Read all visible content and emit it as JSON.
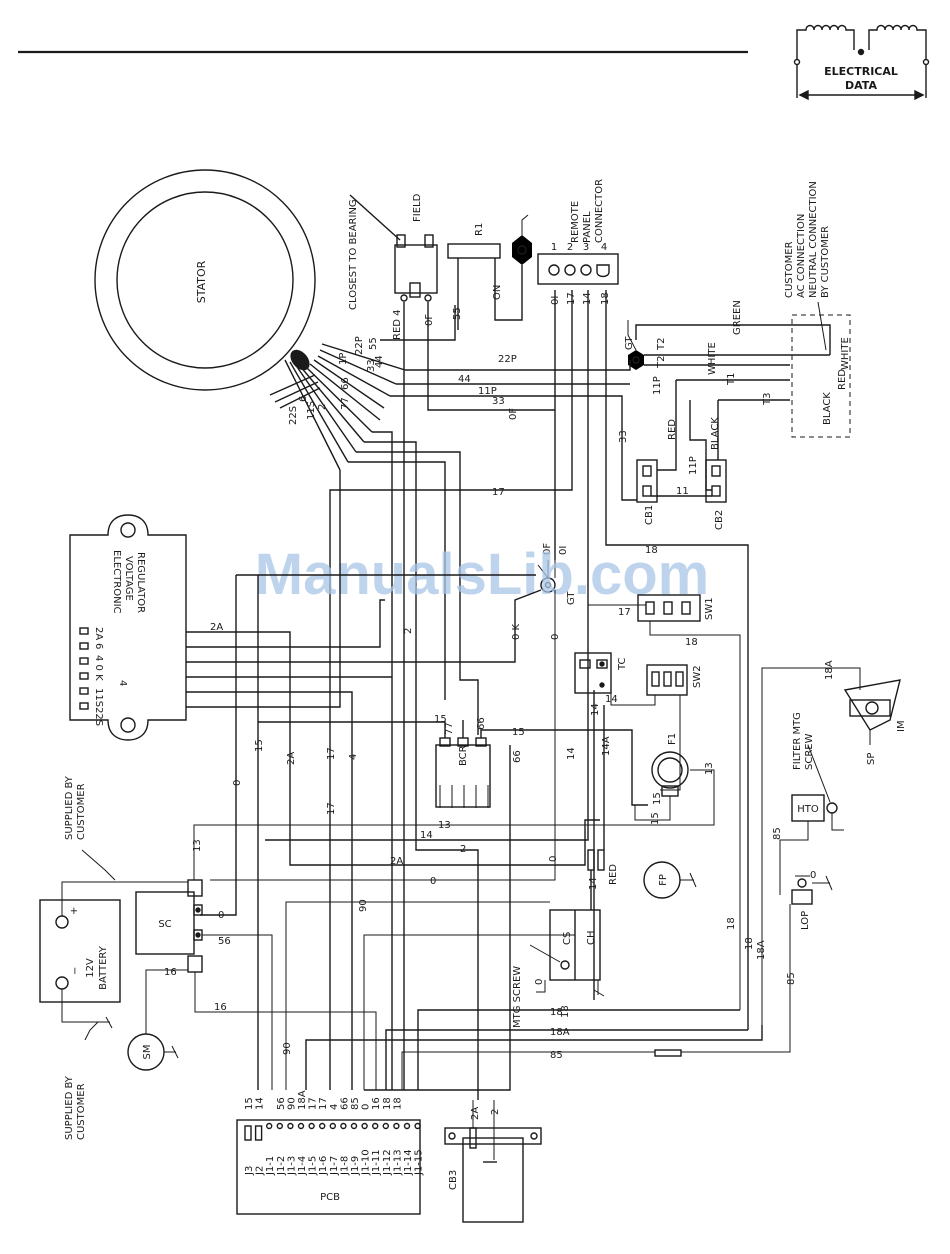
{
  "header": {
    "logo_text_1": "ELECTRICAL",
    "logo_text_2": "DATA"
  },
  "watermark": "ManualsLib.com",
  "components": {
    "stator": "STATOR",
    "closest_to_bearing": "CLOSEST TO BEARING",
    "field": "FIELD",
    "r1": "R1",
    "on": "ON",
    "remote_panel": [
      "REMOTE",
      "PANEL",
      "CONNECTOR"
    ],
    "customer": [
      "CUSTOMER",
      "AC CONNECTION",
      "NEUTRAL CONNECTION",
      "BY CUSTOMER"
    ],
    "gt": "GT",
    "evr": [
      "ELECTRONIC",
      "VOLTAGE",
      "REGULATOR"
    ],
    "bcr": "BCR",
    "tc": "TC",
    "sw1": "SW1",
    "sw2": "SW2",
    "f1": "F1",
    "fp": "FP",
    "cs": "CS",
    "ch": "CH",
    "mtg_screw": "MTG SCREW",
    "sc": "SC",
    "battery": [
      "12V",
      "BATTERY"
    ],
    "sm": "SM",
    "supplied_top": [
      "SUPPLIED BY",
      "CUSTOMER"
    ],
    "supplied_bottom": [
      "SUPPLIED BY",
      "CUSTOMER"
    ],
    "cb1": "CB1",
    "cb2": "CB2",
    "cb3": "CB3",
    "pcb": "PCB",
    "im": "IM",
    "sp": "SP",
    "hto": "HTO",
    "lop": "LOP",
    "filter_mtg": [
      "FILTER MTG",
      "SCREW"
    ]
  },
  "wire_labels": {
    "red": "RED",
    "red4": "RED 4",
    "black": "BLACK",
    "white": "WHITE",
    "green": "GREEN",
    "t1": "T1",
    "t2": "T2",
    "t3": "T3",
    "w0": "0",
    "w0f": "0F",
    "w0k": "0 K",
    "w2": "2",
    "w2a": "2A",
    "w4": "4",
    "w6": "6",
    "w11p": "11P",
    "w11s": "11S",
    "w13": "13",
    "w14": "14",
    "w14a": "14A",
    "w15": "15",
    "w16": "16",
    "w17": "17",
    "w18": "18",
    "w18a": "18A",
    "w22p": "22P",
    "w22s": "22S",
    "w33": "33",
    "w44": "44",
    "w55": "55",
    "w56": "56",
    "w66": "66",
    "w77": "77",
    "w85": "85",
    "w90": "90",
    "w11": "11",
    "w1p": "1P",
    "w11s22s": "11S22S",
    "w40k": "4 0 K"
  },
  "remote_pins": [
    "1",
    "2",
    "3",
    "4"
  ],
  "remote_wires": [
    "0I",
    "17",
    "14",
    "18"
  ],
  "pcb_pins": [
    "J3",
    "J2",
    "J1-1",
    "J1-2",
    "J1-3",
    "J1-4",
    "J1-5",
    "J1-6",
    "J1-7",
    "J1-8",
    "J1-9",
    "J1-10",
    "J1-11",
    "J1-12",
    "J1-13",
    "J1-14",
    "J1-15"
  ],
  "pcb_wires": [
    "15",
    "14",
    "56",
    "90",
    "18A",
    "17",
    "17",
    "4",
    "66",
    "85",
    "0",
    "16",
    "18",
    "18"
  ]
}
